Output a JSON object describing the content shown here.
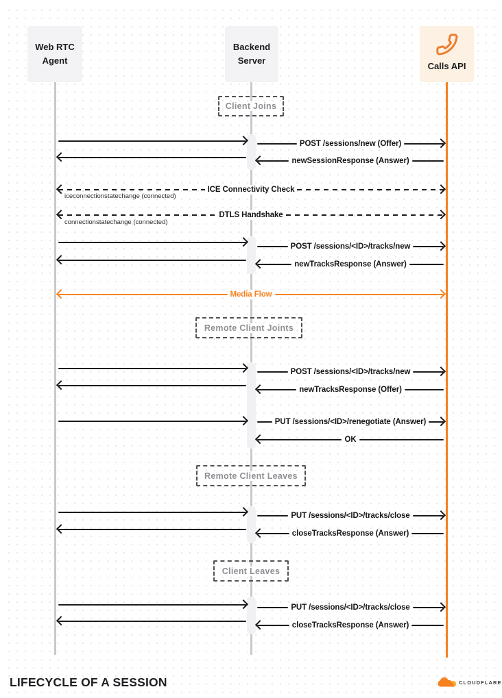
{
  "diagram": {
    "actors": {
      "agent": {
        "label": "Web RTC\nAgent"
      },
      "backend": {
        "label": "Backend\nServer"
      },
      "calls": {
        "label": "Calls API",
        "icon": "phone-icon"
      }
    },
    "sections": {
      "client_joins": "Client Joins",
      "remote_client_joins": "Remote Client Joints",
      "remote_client_leaves": "Remote Client Leaves",
      "client_leaves": "Client Leaves"
    },
    "messages": {
      "post_sessions_new": "POST /sessions/new (Offer)",
      "new_session_response": "newSessionResponse (Answer)",
      "ice_check": "ICE Connectivity Check",
      "dtls_handshake": "DTLS Handshake",
      "post_tracks_new_1": "POST /sessions/<ID>/tracks/new",
      "new_tracks_answer": "newTracksResponse (Answer)",
      "media_flow": "Media Flow",
      "post_tracks_new_2": "POST /sessions/<ID>/tracks/new",
      "new_tracks_offer": "newTracksResponse (Offer)",
      "put_renegotiate": "PUT /sessions/<ID>/renegotiate (Answer)",
      "ok": "OK",
      "put_tracks_close_1": "PUT /sessions/<ID>/tracks/close",
      "close_tracks_response_1": "closeTracksResponse (Answer)",
      "put_tracks_close_2": "PUT /sessions/<ID>/tracks/close",
      "close_tracks_response_2": "closeTracksResponse (Answer)"
    },
    "events": {
      "ice_event": "iceconnectionstatechange (connected)",
      "dtls_event": "connectionstatechange (connected)"
    }
  },
  "footer": {
    "title": "LIFECYCLE OF A SESSION",
    "brand": "CLOUDFLARE"
  },
  "colors": {
    "accent_orange": "#f6821f",
    "brand_light_orange": "#fbad41",
    "calls_box_bg": "#fcf1e2",
    "actor_box_bg": "#f3f3f5",
    "arrow_black": "#1b1b1d",
    "lifeline_gray": "#c9c9cd",
    "section_text_gray": "#8f8f94"
  }
}
